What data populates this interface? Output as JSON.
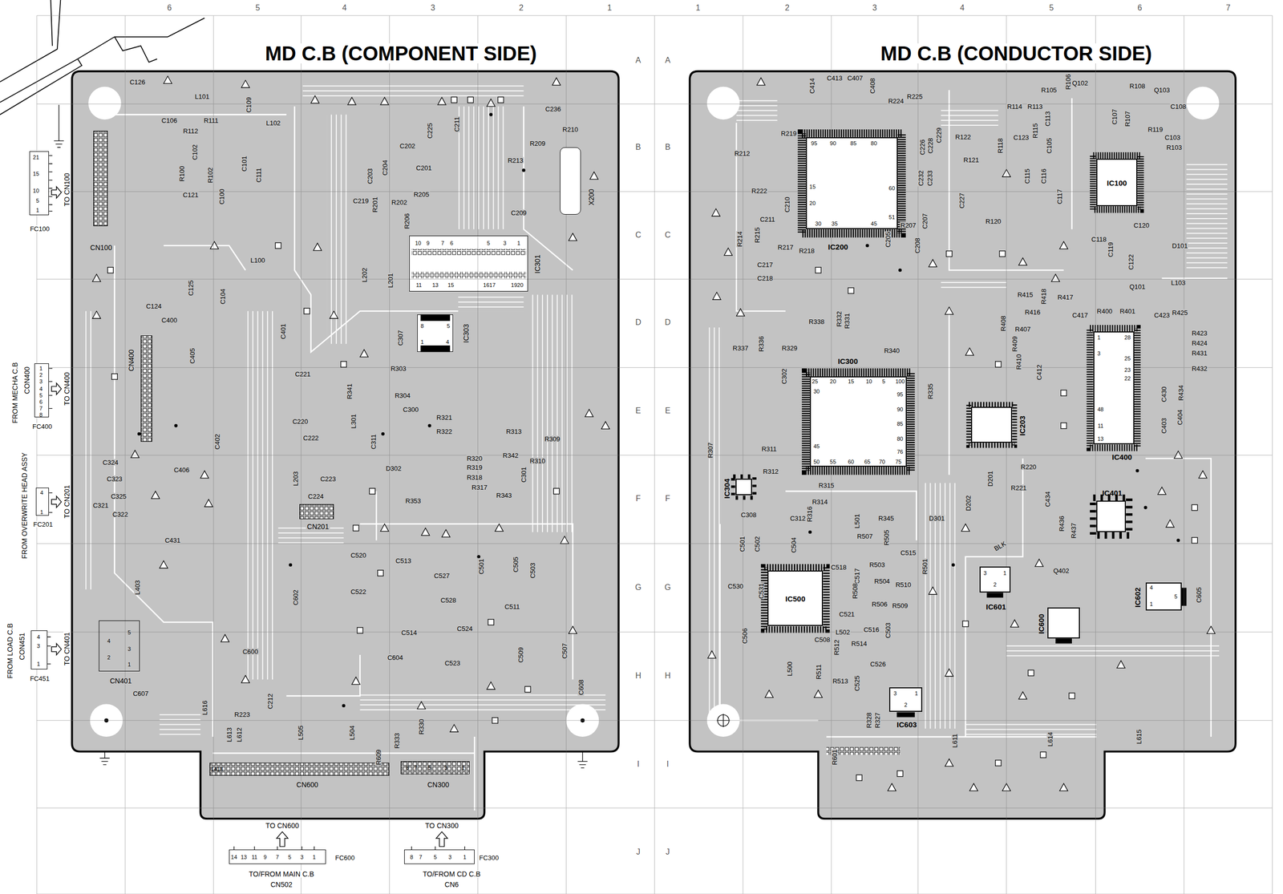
{
  "diagram": {
    "nodes": [
      {
        "text": [
          "MD C.B (COMPONENT SIDE)"
        ]
      },
      {
        "text": [
          "MD C.B (CONDUCTOR SIDE)"
        ]
      },
      {
        "text": [
          "IC301"
        ],
        "in": 0
      },
      {
        "text": [
          "IC303"
        ],
        "in": 0
      },
      {
        "text": [
          "X200"
        ],
        "in": 0
      },
      {
        "text": [
          "CN100"
        ],
        "in": 0
      },
      {
        "text": [
          "CN400"
        ],
        "in": 0
      },
      {
        "text": [
          "CN201"
        ],
        "in": 0
      },
      {
        "text": [
          "CN401"
        ],
        "in": 0
      },
      {
        "text": [
          "CN600"
        ],
        "in": 0
      },
      {
        "text": [
          "CN300"
        ],
        "in": 0
      },
      {
        "text": [
          "IC200"
        ],
        "in": 1
      },
      {
        "text": [
          "IC100"
        ],
        "in": 1
      },
      {
        "text": [
          "IC300"
        ],
        "in": 1
      },
      {
        "text": [
          "IC203"
        ],
        "in": 1
      },
      {
        "text": [
          "IC400"
        ],
        "in": 1
      },
      {
        "text": [
          "IC401"
        ],
        "in": 1
      },
      {
        "text": [
          "IC500"
        ],
        "in": 1
      },
      {
        "text": [
          "IC601"
        ],
        "in": 1
      },
      {
        "text": [
          "IC600"
        ],
        "in": 1
      },
      {
        "text": [
          "IC602"
        ],
        "in": 1
      },
      {
        "text": [
          "IC603"
        ],
        "in": 1
      },
      {
        "text": [
          "IC304"
        ],
        "in": 1
      },
      {
        "text": [
          "FC100"
        ]
      },
      {
        "text": [
          "FC400"
        ]
      },
      {
        "text": [
          "FC201"
        ]
      },
      {
        "text": [
          "FC451"
        ]
      },
      {
        "text": [
          "FC600"
        ]
      },
      {
        "text": [
          "FC300"
        ]
      }
    ],
    "labels": [
      "6",
      "5",
      "4",
      "3",
      "2",
      "1",
      "1",
      "2",
      "3",
      "4",
      "5",
      "6",
      "7",
      "A",
      "A",
      "B",
      "B",
      "C",
      "C",
      "D",
      "D",
      "E",
      "E",
      "F",
      "F",
      "G",
      "G",
      "H",
      "H",
      "I",
      "I",
      "J",
      "J",
      "TO CN100",
      "FROM MECHA C.B",
      "CON400",
      "TO CN400",
      "FROM OVERWRITE HEAD ASSY",
      "TO CN201",
      "FROM LOAD C.B",
      "CON451",
      "TO CN401",
      "21",
      "15",
      "10",
      "5",
      "1",
      "1",
      "2",
      "3",
      "4",
      "5",
      "6",
      "7",
      "8",
      "4",
      "1",
      "4",
      "3",
      "1",
      "C126",
      "L101",
      "C106",
      "R112",
      "R111",
      "C109",
      "L102",
      "C102",
      "R100",
      "R102",
      "C101",
      "C100",
      "C111",
      "C121",
      "L100",
      "C124",
      "C125",
      "C104",
      "C400",
      "C405",
      "C402",
      "C324",
      "C323",
      "C406",
      "C325",
      "C321",
      "C322",
      "C431",
      "L403",
      "C607",
      "C600",
      "L616",
      "R223",
      "L613",
      "L612",
      "C212",
      "L505",
      "L504",
      "R609",
      "R333",
      "R330",
      "C608",
      "C219",
      "R201",
      "C203",
      "C204",
      "C202",
      "C201",
      "R205",
      "R202",
      "R206",
      "C225",
      "C211",
      "C236",
      "R209",
      "R210",
      "R213",
      "C209",
      "L202",
      "L201",
      "10",
      "9",
      "7",
      "6",
      "5",
      "3",
      "1",
      "11",
      "13",
      "15",
      "1617",
      "1920",
      "C307",
      "8",
      "5",
      "4",
      "1",
      "C401",
      "C221",
      "R303",
      "R304",
      "R341",
      "C300",
      "C220",
      "L301",
      "C311",
      "R321",
      "R322",
      "R313",
      "R309",
      "C222",
      "L203",
      "C223",
      "C224",
      "R320",
      "R342",
      "R319",
      "R310",
      "R318",
      "C301",
      "R317",
      "D302",
      "R343",
      "R353",
      "C520",
      "C513",
      "C501",
      "C505",
      "C527",
      "C503",
      "C522",
      "C602",
      "C528",
      "C511",
      "C514",
      "C524",
      "C509",
      "C507",
      "C604",
      "C523",
      "1413",
      "8",
      "7",
      "5",
      "3",
      "1",
      "5",
      "4",
      "3",
      "2",
      "1",
      "C414",
      "C413",
      "C407",
      "C408",
      "R224",
      "R225",
      "R219",
      "R212",
      "R222",
      "C211",
      "C210",
      "C226",
      "C228",
      "C229",
      "C232",
      "C233",
      "R122",
      "R121",
      "C227",
      "R120",
      "C205",
      "R207",
      "C207",
      "C208",
      "R214",
      "R215",
      "R217",
      "R218",
      "C217",
      "C218",
      "95",
      "90",
      "85",
      "80",
      "15",
      "20",
      "30",
      "35",
      "45",
      "60",
      "51",
      "R105",
      "R106",
      "Q102",
      "R108",
      "Q103",
      "C108",
      "R114",
      "R113",
      "C113",
      "C107",
      "R107",
      "R119",
      "C103",
      "R103",
      "R118",
      "C123",
      "R115",
      "C105",
      "C115",
      "C116",
      "C117",
      "C118",
      "C120",
      "C119",
      "C122",
      "D101",
      "Q101",
      "L103",
      "R415",
      "R418",
      "R417",
      "R416",
      "R408",
      "R407",
      "C417",
      "R400",
      "R401",
      "C423",
      "R425",
      "R409",
      "R410",
      "C412",
      "R423",
      "R424",
      "R431",
      "R432",
      "C430",
      "R434",
      "C403",
      "C404",
      "28",
      "25",
      "23",
      "22",
      "1",
      "3",
      "48",
      "11",
      "13",
      "R338",
      "R332",
      "R331",
      "R340",
      "R337",
      "R336",
      "R329",
      "C302",
      "R335",
      "25",
      "20",
      "15",
      "10",
      "5",
      "100",
      "95",
      "90",
      "85",
      "80",
      "76",
      "75",
      "50",
      "55",
      "60",
      "65",
      "70",
      "45",
      "30",
      "R307",
      "R311",
      "R312",
      "R315",
      "R314",
      "C308",
      "C312",
      "R316",
      "L501",
      "R345",
      "D301",
      "R220",
      "R221",
      "D201",
      "D202",
      "C434",
      "R436",
      "R437",
      "Q402",
      "BLK",
      "C605",
      "R507",
      "R505",
      "C515",
      "C518",
      "C517",
      "R503",
      "R501",
      "R508",
      "R504",
      "R510",
      "R506",
      "R509",
      "C521",
      "C516",
      "C503",
      "C502",
      "C501",
      "C504",
      "C530",
      "C531",
      "C506",
      "C508",
      "L502",
      "R512",
      "R514",
      "C526",
      "R511",
      "R513",
      "C525",
      "L500",
      "R328",
      "R327",
      "R601",
      "L611",
      "L614",
      "L615",
      "3",
      "1",
      "2",
      "4",
      "1",
      "5",
      "3",
      "1",
      "2",
      "TO CN600",
      "14",
      "13",
      "11",
      "9",
      "7",
      "5",
      "3",
      "1",
      "TO/FROM MAIN C.B",
      "CN502",
      "TO CN300",
      "8",
      "7",
      "5",
      "3",
      "1",
      "TO/FROM CD C.B",
      "CN6"
    ]
  }
}
